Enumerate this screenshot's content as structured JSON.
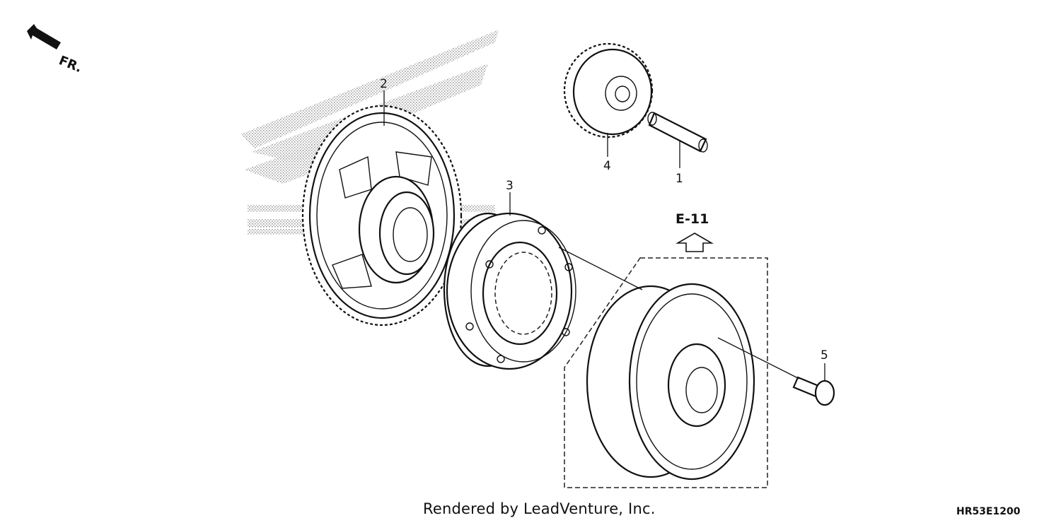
{
  "orientation": {
    "label": "FR.",
    "icon": "front-direction-arrow-icon"
  },
  "parts": [
    {
      "callout": "1",
      "part": "pin"
    },
    {
      "callout": "2",
      "part": "starter-driven-gear"
    },
    {
      "callout": "3",
      "part": "starter-one-way-clutch"
    },
    {
      "callout": "4",
      "part": "starter-idle-gear"
    },
    {
      "callout": "5",
      "part": "flange-bolt"
    }
  ],
  "reference": {
    "label": "E-11",
    "icon": "reference-up-arrow-icon"
  },
  "footer": {
    "credit": "Rendered by LeadVenture, Inc.",
    "diagram_code": "HR53E1200"
  }
}
